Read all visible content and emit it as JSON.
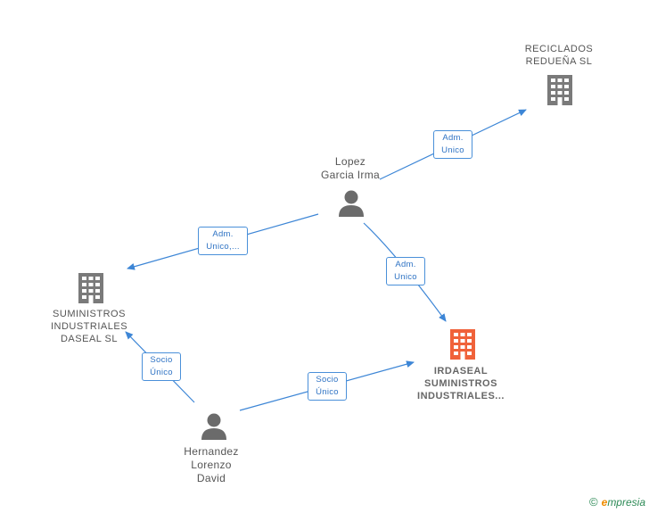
{
  "colors": {
    "edge": "#3d86d6",
    "company": "#7a7a7a",
    "focus_company": "#f0623a",
    "person": "#6b6b6b"
  },
  "nodes": {
    "reciclados": {
      "label": "RECICLADOS\nREDUEÑA  SL",
      "icon": "building-icon"
    },
    "lopez": {
      "label": "Lopez\nGarcia Irma",
      "icon": "person-icon"
    },
    "suministros": {
      "label": "SUMINISTROS\nINDUSTRIALES\nDASEAL  SL",
      "icon": "building-icon"
    },
    "irdaseal": {
      "label": "IRDASEAL\nSUMINISTROS\nINDUSTRIALES...",
      "icon": "building-icon"
    },
    "hernandez": {
      "label": "Hernandez\nLorenzo\nDavid",
      "icon": "person-icon"
    }
  },
  "edges": {
    "lopez_reciclados": "Adm.\nUnico",
    "lopez_suministros": "Adm.\nUnico,...",
    "lopez_irdaseal": "Adm.\nUnico",
    "hernandez_suministros": "Socio\nÚnico",
    "hernandez_irdaseal": "Socio\nÚnico"
  },
  "brand": {
    "copyright": "©",
    "name_initial": "e",
    "name_rest": "mpresia"
  }
}
